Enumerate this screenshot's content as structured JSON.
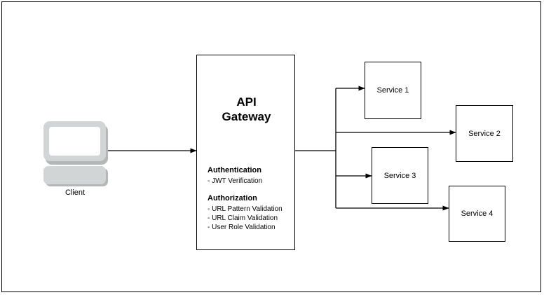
{
  "diagram": {
    "type": "architecture-flow",
    "background": "#ffffff",
    "border_color": "#000000",
    "line_color": "#000000"
  },
  "client": {
    "label": "Client",
    "icon": "desktop-computer-icon",
    "body_color": "#d2d5d5",
    "shadow_color": "#b3b7b7",
    "screen_color": "#ffffff"
  },
  "gateway": {
    "title": "API\nGateway",
    "sections": [
      {
        "heading": "Authentication",
        "items": [
          "- JWT Verification"
        ]
      },
      {
        "heading": "Authorization",
        "items": [
          "- URL Pattern Validation",
          "- URL Claim Validation",
          "- User Role Validation"
        ]
      }
    ]
  },
  "services": [
    {
      "label": "Service 1"
    },
    {
      "label": "Service 2"
    },
    {
      "label": "Service 3"
    },
    {
      "label": "Service 4"
    }
  ]
}
